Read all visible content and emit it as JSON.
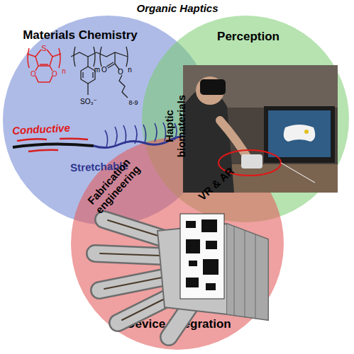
{
  "diagram": {
    "title": "Organic Haptics",
    "nodes": [
      {
        "text": [
          "Materials Chemistry"
        ]
      },
      {
        "text": [
          "Perception"
        ]
      },
      {
        "text": [
          "Device Integration"
        ]
      }
    ],
    "labels": [
      "Conductive",
      "Stretchable",
      "Haptic biomaterials",
      "Fabrication engineering",
      "VR & AR",
      "S",
      "O",
      "O",
      "n",
      "SO₃⁻",
      "m",
      "n",
      "O",
      "O",
      "8-9"
    ]
  }
}
